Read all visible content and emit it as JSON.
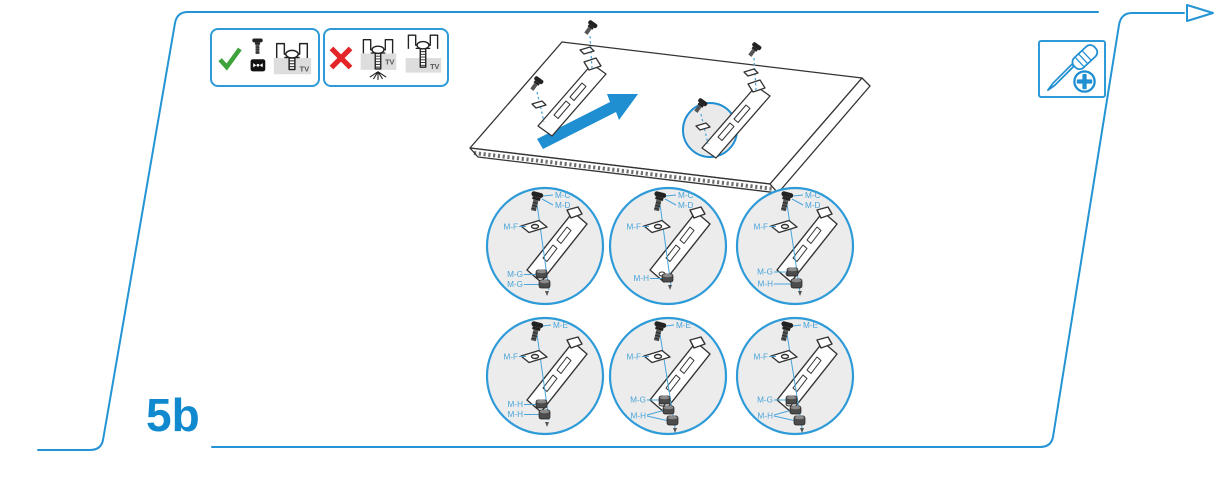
{
  "colors": {
    "accent_blue": "#2494d4",
    "step_text_blue": "#1089ce",
    "label_blue": "#4aa4da",
    "line_art": "#333333",
    "check_green": "#3fa33c",
    "cross_red": "#e42528",
    "detail_circle_fill": "#ececec"
  },
  "step": {
    "label": "5b"
  },
  "nav": {
    "next_page_arrow_icon": "triangle-right-outline"
  },
  "tools_panel": {
    "icon": "phillips-screwdriver-icon"
  },
  "do_dont_panel": {
    "do": {
      "icon": "check-icon",
      "tv_label": "TV"
    },
    "dont": {
      "icon": "cross-icon",
      "tv_label": "TV"
    }
  },
  "diagram": {
    "icon": "tv-back-with-mounting-rails",
    "arrow_icon": "up-right-arrow",
    "highlight_icon": "detail-highlight-circle"
  },
  "details": {
    "items": [
      {
        "name": "detail-top-left",
        "screw_labels": [
          "M-C",
          "M-D"
        ],
        "plate_label": "M-F",
        "spacer_labels": [
          "M-G",
          "M-G"
        ]
      },
      {
        "name": "detail-top-middle",
        "screw_labels": [
          "M-C",
          "M-D"
        ],
        "plate_label": "M-F",
        "spacer_labels": [
          "M-H"
        ]
      },
      {
        "name": "detail-top-right",
        "screw_labels": [
          "M-C",
          "M-D"
        ],
        "plate_label": "M-F",
        "spacer_labels": [
          "M-G",
          "M-H"
        ]
      },
      {
        "name": "detail-bottom-left",
        "screw_labels": [
          "M-E"
        ],
        "plate_label": "M-F",
        "spacer_labels": [
          "M-H",
          "M-H"
        ]
      },
      {
        "name": "detail-bottom-middle",
        "screw_labels": [
          "M-E"
        ],
        "plate_label": "M-F",
        "spacer_labels": [
          "M-G",
          "M-H"
        ]
      },
      {
        "name": "detail-bottom-right",
        "screw_labels": [
          "M-E"
        ],
        "plate_label": "M-F",
        "spacer_labels": [
          "M-G",
          "M-H"
        ]
      }
    ]
  }
}
